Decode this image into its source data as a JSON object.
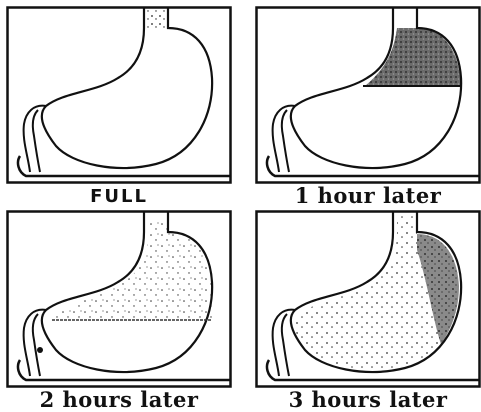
{
  "panels": [
    {
      "caption": "FULL",
      "stage": "full"
    },
    {
      "caption": "1 hour later",
      "stage": "1h"
    },
    {
      "caption": "2 hours later",
      "stage": "2h"
    },
    {
      "caption": "3 hours later",
      "stage": "3h"
    }
  ],
  "colors": {
    "ink": "#111111",
    "background": "#ffffff",
    "fill_dark": "#555555"
  }
}
